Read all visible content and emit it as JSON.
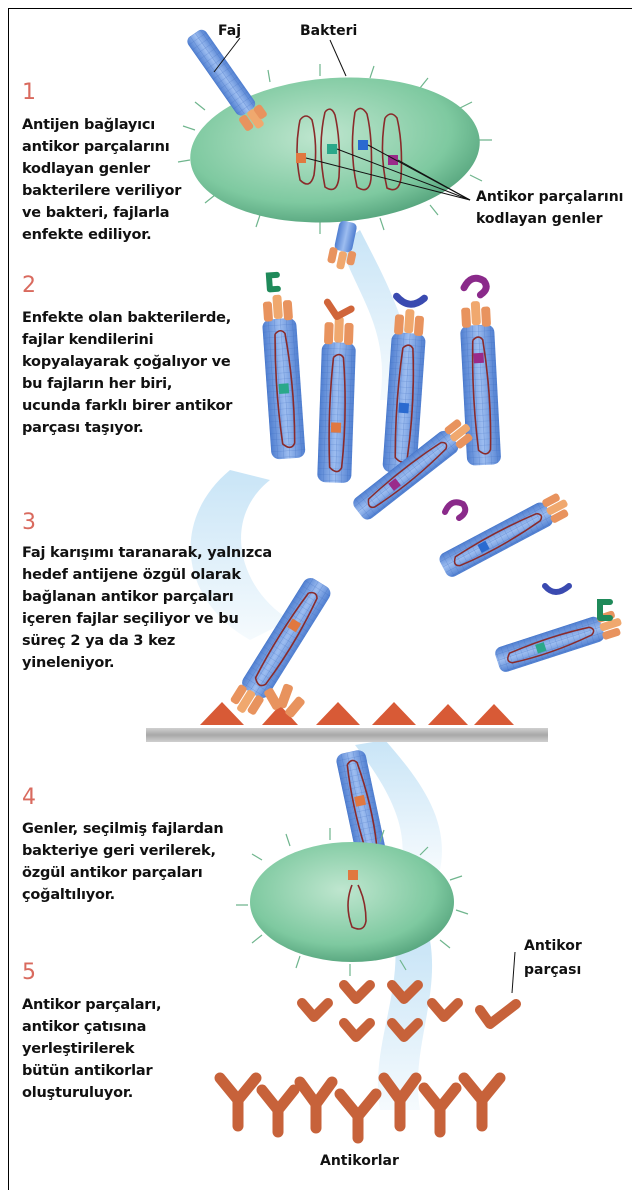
{
  "labels": {
    "faj": "Faj",
    "bakteri": "Bakteri",
    "antikor_genleri": "Antikor parçalarını\nkodlayan genler",
    "antikor_parcasi": "Antikor\nparçası",
    "antikorlar": "Antikorlar"
  },
  "steps": [
    {
      "number": "1",
      "text": "Antijen bağlayıcı\nantikor parçalarını\nkodlayan genler\nbakterilere veriliyor\nve bakteri, fajlarla\nenfekte ediliyor."
    },
    {
      "number": "2",
      "text": "Enfekte olan bakterilerde,\nfajlar kendilerini\nkopyalayarak çoğalıyor ve\nbu fajların her biri,\nucunda farklı birer antikor\nparçası taşıyor."
    },
    {
      "number": "3",
      "text": "Faj karışımı taranarak, yalnızca\nhedef antijene özgül olarak\nbağlanan antikor parçaları\niçeren fajlar seçiliyor ve bu\nsüreç 2 ya da 3 kez\nyineleniyor."
    },
    {
      "number": "4",
      "text": "Genler, seçilmiş fajlardan\nbakteriye geri verilerek,\nözgül antikor parçaları\nçoğaltılıyor."
    },
    {
      "number": "5",
      "text": "Antikor parçaları,\nantikor çatısına\nyerleştirilerek\nbütün antikorlar\noluşturuluyor."
    }
  ],
  "colors": {
    "step_number": "#d96a5e",
    "bacterium": "#7ec9a0",
    "phage": "#6a96e0",
    "antibody": "#c7623a",
    "antigen": "#d85a36"
  }
}
